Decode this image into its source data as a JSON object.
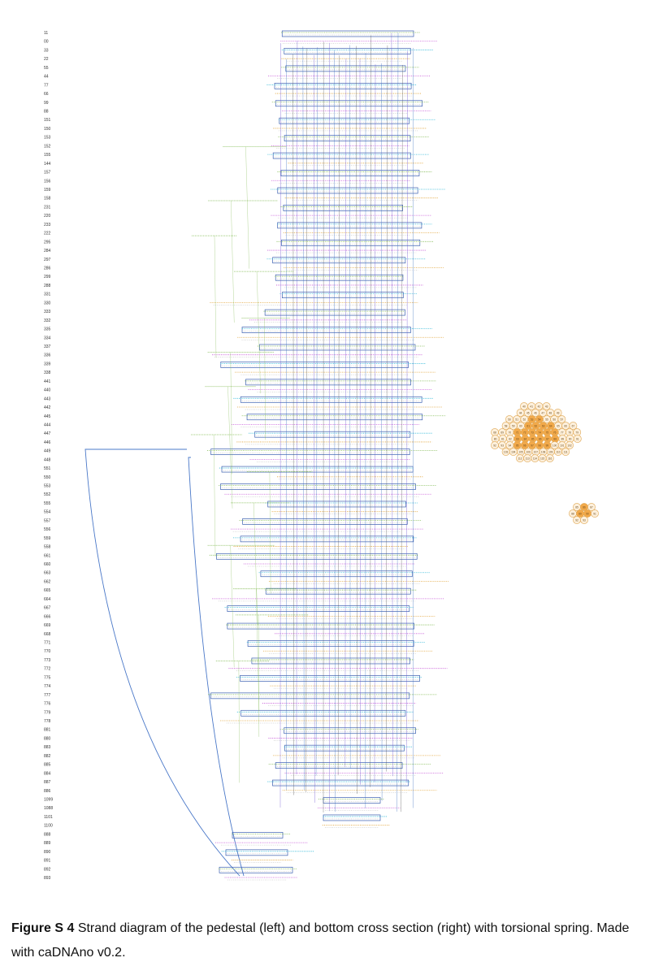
{
  "figure": {
    "helix_labels": [
      "11",
      "00",
      "33",
      "22",
      "55",
      "44",
      "77",
      "66",
      "99",
      "88",
      "151",
      "150",
      "153",
      "152",
      "155",
      "144",
      "157",
      "156",
      "159",
      "158",
      "231",
      "220",
      "233",
      "222",
      "295",
      "284",
      "297",
      "286",
      "299",
      "288",
      "331",
      "330",
      "333",
      "332",
      "335",
      "334",
      "337",
      "336",
      "339",
      "338",
      "441",
      "440",
      "443",
      "442",
      "445",
      "444",
      "447",
      "446",
      "449",
      "448",
      "551",
      "550",
      "553",
      "552",
      "555",
      "554",
      "557",
      "556",
      "559",
      "558",
      "661",
      "660",
      "663",
      "662",
      "665",
      "664",
      "667",
      "666",
      "669",
      "668",
      "771",
      "770",
      "773",
      "772",
      "775",
      "774",
      "777",
      "776",
      "779",
      "778",
      "881",
      "880",
      "883",
      "882",
      "885",
      "884",
      "887",
      "886",
      "1099",
      "1088",
      "1101",
      "1100",
      "888",
      "889",
      "890",
      "891",
      "892",
      "893"
    ],
    "cross_section_cells": [
      "40",
      "41",
      "42",
      "43",
      "44",
      "45",
      "46",
      "47",
      "48",
      "49",
      "50",
      "51",
      "52",
      "53",
      "54",
      "55",
      "56",
      "57",
      "58",
      "59",
      "60",
      "61",
      "62",
      "63",
      "64",
      "65",
      "66",
      "67",
      "68",
      "69",
      "70",
      "71",
      "72",
      "73",
      "74",
      "75",
      "76",
      "77",
      "78",
      "79",
      "80",
      "81",
      "82",
      "83",
      "84",
      "85",
      "86",
      "87",
      "88",
      "89",
      "90",
      "91",
      "92",
      "93",
      "94",
      "95",
      "96",
      "97",
      "98",
      "99",
      "100",
      "101",
      "102",
      "103",
      "104",
      "105",
      "106",
      "107",
      "108",
      "109",
      "110",
      "111",
      "112",
      "113",
      "114",
      "115",
      "116"
    ],
    "spring_cells": [
      "85",
      "86",
      "87",
      "88",
      "89",
      "90",
      "91",
      "92",
      "93"
    ],
    "colors": {
      "helix_box": "#3a5fb0",
      "crossover": "#555555",
      "staple_1": "#7ab648",
      "staple_2": "#c44fd6",
      "staple_3": "#27b5d6",
      "staple_4": "#e0a030",
      "cell_fill": "#fdf0dc",
      "cell_stroke": "#e0a855",
      "cell_active": "#f2a94a",
      "loop": "#4a78c8"
    }
  },
  "caption": {
    "label": "Figure S 4",
    "text": "Strand diagram of the pedestal (left) and bottom cross section (right) with torsional spring. Made with caDNAno v0.2."
  }
}
